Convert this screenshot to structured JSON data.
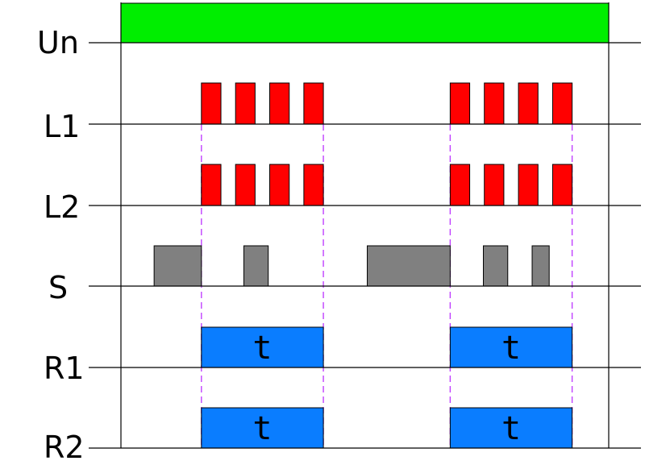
{
  "colors": {
    "supply": "#00ee00",
    "lamp": "#ff0000",
    "switch": "#808080",
    "relay": "#0a7dff",
    "guide": "#c040ff",
    "axis": "#000000"
  },
  "labels": {
    "un": "Un",
    "l1": "L1",
    "l2": "L2",
    "s": "S",
    "r1": "R1",
    "r2": "R2"
  },
  "timer_label": "t",
  "signals": {
    "un": [
      [
        0,
        100
      ]
    ],
    "l1": [
      [
        16.5,
        20.5
      ],
      [
        23.5,
        27.5
      ],
      [
        30.5,
        34.5
      ],
      [
        37.5,
        41.5
      ],
      [
        67.5,
        71.5
      ],
      [
        74.5,
        78.5
      ],
      [
        81.5,
        85.5
      ],
      [
        88.5,
        92.5
      ]
    ],
    "l2": [
      [
        16.5,
        20.5
      ],
      [
        23.5,
        27.5
      ],
      [
        30.5,
        34.5
      ],
      [
        37.5,
        41.5
      ],
      [
        67.5,
        71.5
      ],
      [
        74.5,
        78.5
      ],
      [
        81.5,
        85.5
      ],
      [
        88.5,
        92.5
      ]
    ],
    "s": [
      [
        6.8,
        16.5
      ],
      [
        25.2,
        30.2
      ],
      [
        50.5,
        67.5
      ],
      [
        74.3,
        79.3
      ],
      [
        84.3,
        87.8
      ]
    ],
    "r1": [
      [
        16.5,
        41.5
      ],
      [
        67.5,
        92.5
      ]
    ],
    "r2": [
      [
        16.5,
        41.5
      ],
      [
        67.5,
        92.5
      ]
    ]
  },
  "guides": [
    16.5,
    41.5,
    67.5,
    92.5
  ]
}
